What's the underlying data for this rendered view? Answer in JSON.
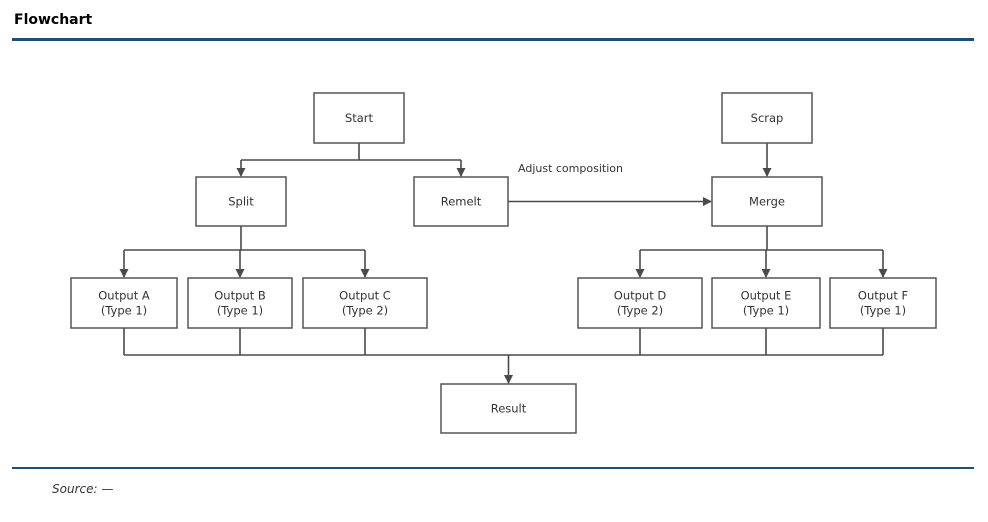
{
  "header": {
    "title": "Flowchart"
  },
  "diagram": {
    "nodes": {
      "start": "Start",
      "split": "Split",
      "remelt": "Remelt",
      "merge": "Merge",
      "scrap": "Scrap",
      "left_1": [
        "Output A",
        "(Type 1)"
      ],
      "left_2": [
        "Output B",
        "(Type 1)"
      ],
      "left_3": [
        "Output C",
        "(Type 2)"
      ],
      "right_1": [
        "Output D",
        "(Type 2)"
      ],
      "right_2": [
        "Output E",
        "(Type 1)"
      ],
      "right_3": [
        "Output F",
        "(Type 1)"
      ],
      "final": "Result"
    },
    "edge_label": "Adjust composition"
  },
  "footer": {
    "source": "Source: —"
  }
}
